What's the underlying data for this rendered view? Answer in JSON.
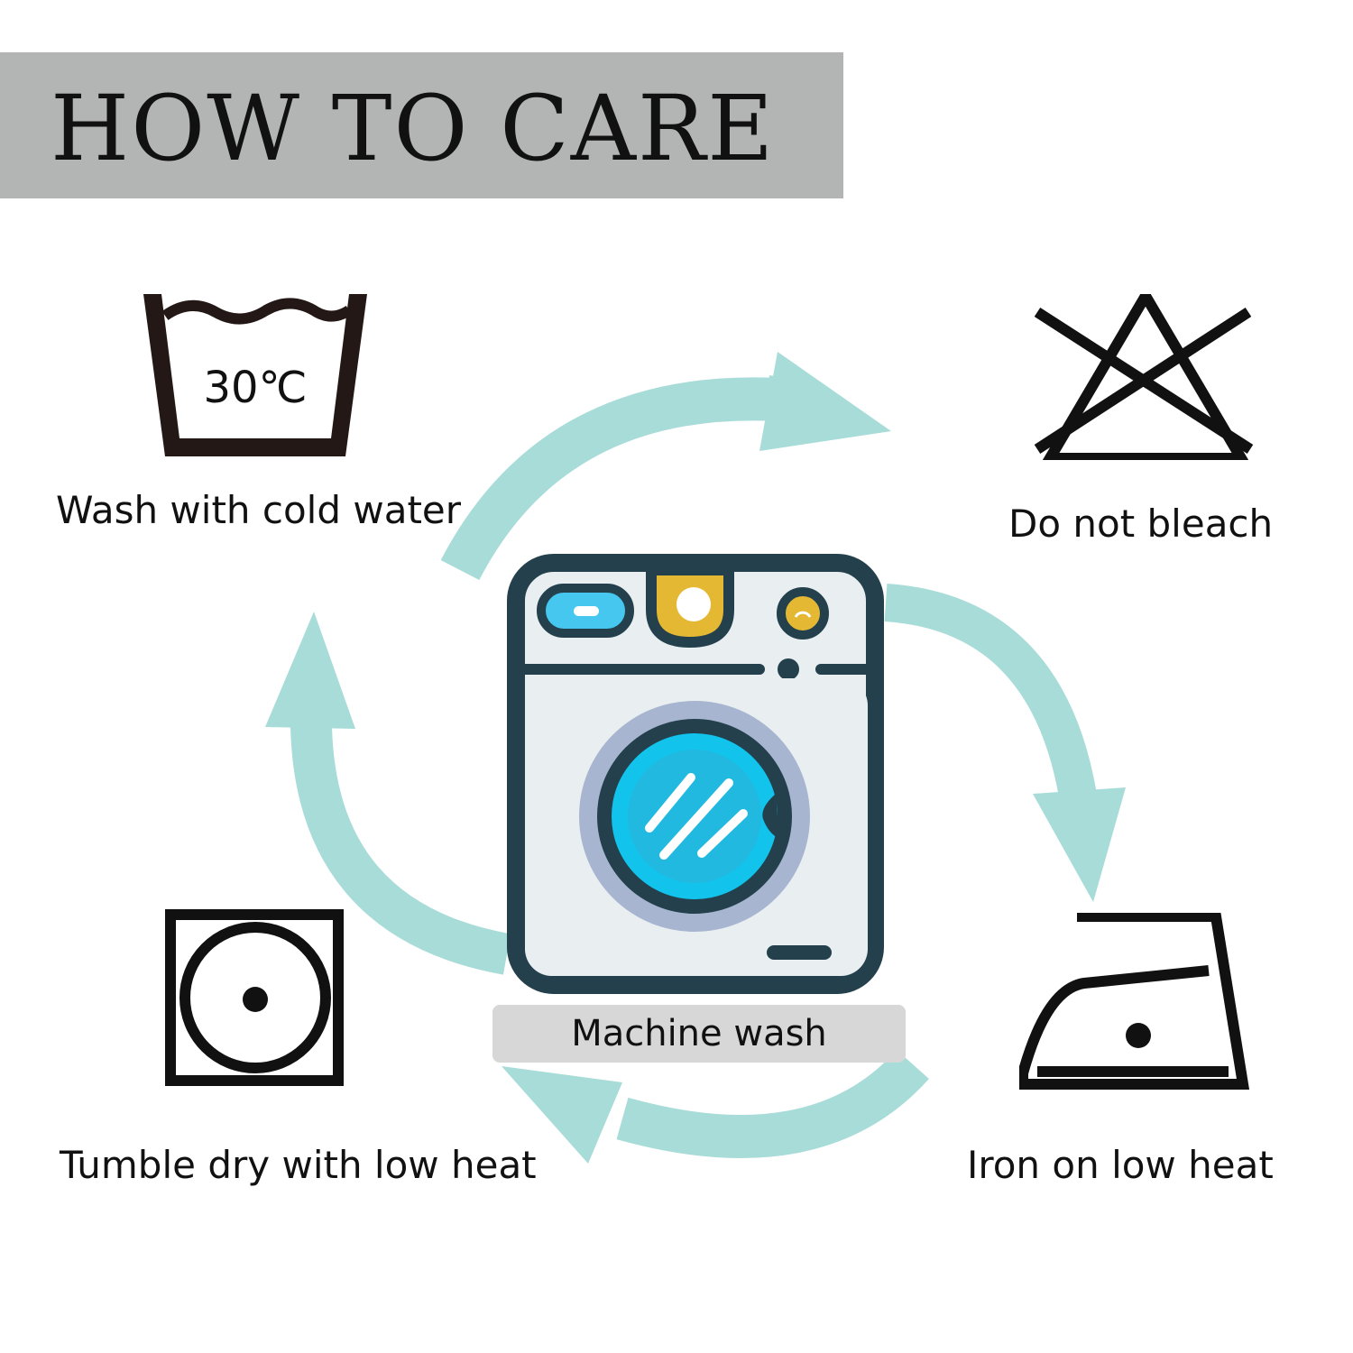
{
  "title": "HOW TO CARE",
  "center": {
    "label": "Machine wash"
  },
  "care_items": {
    "wash": {
      "label": "Wash with cold water",
      "temperature": "30℃",
      "icon": "wash-30-icon"
    },
    "bleach": {
      "label": "Do not bleach",
      "icon": "do-not-bleach-icon"
    },
    "tumble": {
      "label": "Tumble dry with low heat",
      "icon": "tumble-dry-low-icon"
    },
    "iron": {
      "label": "Iron on low heat",
      "icon": "iron-low-icon"
    }
  },
  "colors": {
    "title_bar": "#b3b5b4",
    "arrow": "#a8dcd8",
    "machine_outline": "#23404c",
    "machine_door": "#12c3ec",
    "knob_yellow": "#e5b834"
  }
}
